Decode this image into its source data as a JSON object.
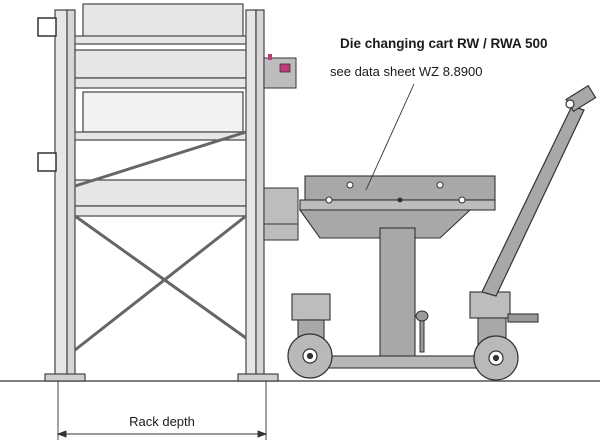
{
  "annotation": {
    "title": "Die changing cart RW / RWA 500",
    "subtitle": "see data sheet WZ 8.8900"
  },
  "dimension": {
    "label": "Rack depth"
  },
  "colors": {
    "frame_fill": "#e6e6e6",
    "frame_stroke": "#444444",
    "cart_fill": "#a8a8a8",
    "cart_stroke": "#333333",
    "accent": "#c03a7a",
    "ground": "#555555"
  }
}
